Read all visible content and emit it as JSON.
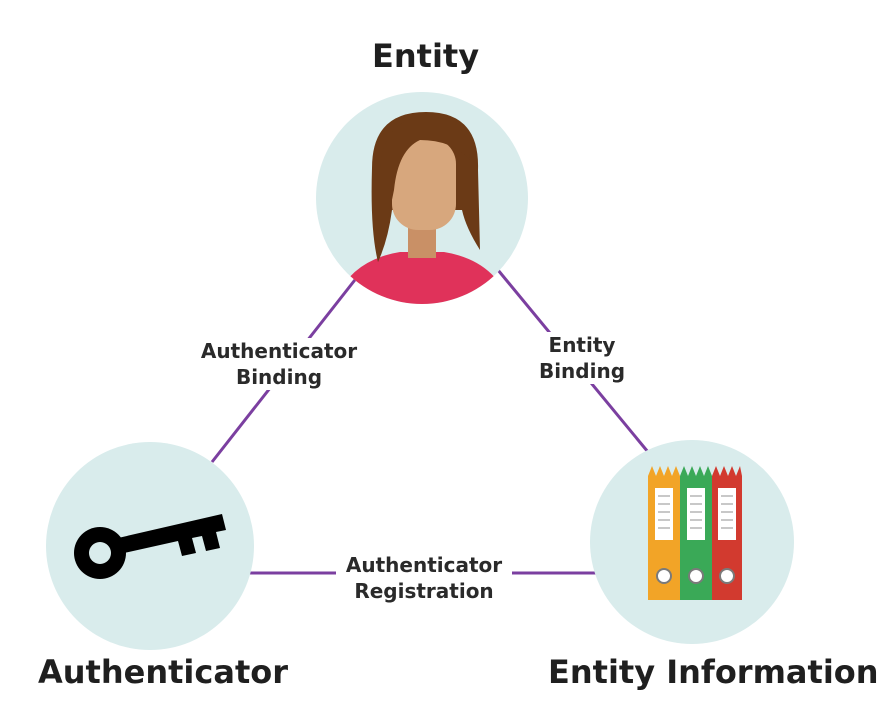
{
  "nodes": {
    "entity": {
      "title": "Entity"
    },
    "authenticator": {
      "title": "Authenticator"
    },
    "entity_information": {
      "title": "Entity Information"
    }
  },
  "edges": {
    "authenticator_binding": {
      "line1": "Authenticator",
      "line2": "Binding"
    },
    "entity_binding": {
      "line1": "Entity",
      "line2": "Binding"
    },
    "authenticator_registration": {
      "line1": "Authenticator",
      "line2": "Registration"
    }
  },
  "icons": {
    "entity": "person-icon",
    "authenticator": "key-icon",
    "entity_information": "binders-icon"
  },
  "colors": {
    "circle_fill": "#d9ecec",
    "connector": "#7b3fa0",
    "shirt": "#e0325a",
    "hair": "#6b3a16",
    "skin": "#d7a77d",
    "binder_orange": "#f2a427",
    "binder_green": "#3aa957",
    "binder_red": "#d23a2f",
    "key": "#000000"
  }
}
